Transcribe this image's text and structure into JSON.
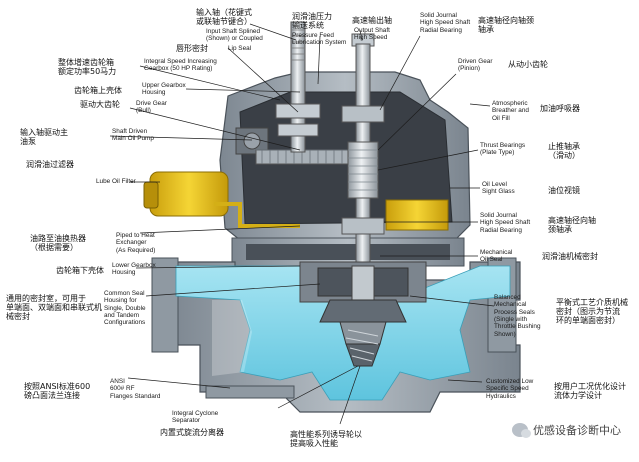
{
  "labels": {
    "input_shaft_cn": "输入轴（花键式\n或联轴节键合）",
    "input_shaft_en": "Input Shaft Splined\n(Shown) or Coupled",
    "pressure_lube_cn": "润滑油压力\n输送系统",
    "pressure_lube_en": "Pressure Feed\nLubrication System",
    "output_shaft_cn": "高速输出轴",
    "output_shaft_en": "Output Shaft\nHigh Speed",
    "radial_bearing_top_en": "Solid Journal\nHigh Speed Shaft\nRadial Bearing",
    "radial_bearing_top_cn": "高速轴径向轴颈\n轴承",
    "lip_seal_cn": "唇形密封",
    "lip_seal_en": "Lip Seal",
    "gearbox_en": "Integral Speed Increasing\nGearbox (50 HP Rating)",
    "gearbox_cn": "整体增速齿轮箱\n额定功率50马力",
    "driven_gear_en": "Driven Gear\n(Pinion)",
    "driven_gear_cn": "从动小齿轮",
    "upper_housing_en": "Upper Gearbox\nHousing",
    "upper_housing_cn": "齿轮箱上壳体",
    "drive_gear_en": "Drive Gear\n(Bull)",
    "drive_gear_cn": "驱动大齿轮",
    "breather_en": "Atmospheric\nBreather and\nOil Fill",
    "breather_cn": "加油呼吸器",
    "oil_pump_cn": "输入轴驱动主\n油泵",
    "oil_pump_en": "Shaft Driven\nMain Oil Pump",
    "thrust_en": "Thrust Bearings\n(Plate Type)",
    "thrust_cn": "止推轴承\n（滑动）",
    "oil_filter_cn": "润滑油过滤器",
    "oil_filter_en": "Lube Oil Filter",
    "sight_glass_en": "Oil Level\nSight Glass",
    "sight_glass_cn": "油位视镜",
    "radial_bearing_low_en": "Solid Journal\nHigh Speed Shaft\nRadial Bearing",
    "radial_bearing_low_cn": "高速轴径向轴\n颈轴承",
    "heat_ex_cn": "油路至油换热器\n（根据需要）",
    "heat_ex_en": "Piped to Heat\nExchanger\n(As Required)",
    "mech_oil_seal_en": "Mechanical\nOil Seal",
    "mech_oil_seal_cn": "润滑油机械密封",
    "lower_housing_cn": "齿轮箱下壳体",
    "lower_housing_en": "Lower Gearbox\nHousing",
    "common_seal_cn": "通用的密封室，可用于\n单端面、双端面和串联式机\n械密封",
    "common_seal_en": "Common Seal\nHousing for\nSingle, Double\nand Tandem\nConfigurations",
    "balanced_seal_en": "Balanced\nMechanical\nProcess Seals\n(Single with\nThrottle Bushing\nShown)",
    "balanced_seal_cn": "平衡式工艺介质机械\n密封（图示为节流\n环的单端面密封）",
    "ansi_flange_cn": "按照ANSI标准600\n磅凸面法兰连接",
    "ansi_flange_en": "ANSI\n600# RF\nFlanges Standard",
    "low_nss_en": "Customized Low\nSpecific Speed\nHydraulics",
    "low_nss_cn": "按用户工况优化设计\n流体力学设计",
    "cyclone_en": "Integral Cyclone\nSeparator",
    "cyclone_cn": "内置式旋流分离器",
    "inducer_cn": "高性能系列诱导轮以\n提高吸入性能",
    "watermark": "优感设备诊断中心"
  },
  "colors": {
    "casing_gray": "#9aa4ad",
    "casing_dark": "#5f6872",
    "fluid_cyan": "#7ad3e8",
    "oil_yellow": "#e8c21a",
    "shaft_silver": "#c9cfd4",
    "interior_dark": "#2c3036"
  }
}
